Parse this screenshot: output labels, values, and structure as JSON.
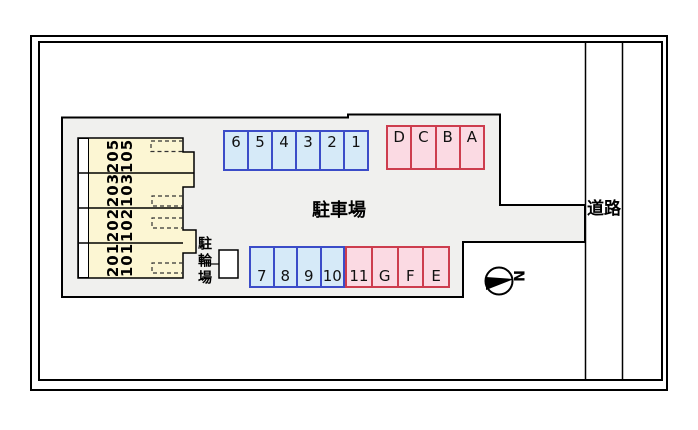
{
  "labels": {
    "parking_lot": "駐車場",
    "bicycle_parking": "駐輪場",
    "road": "道路",
    "north": "N"
  },
  "building": {
    "units": [
      {
        "upper": "205",
        "lower": "105"
      },
      {
        "upper": "203",
        "lower": "103"
      },
      {
        "upper": "202",
        "lower": "102"
      },
      {
        "upper": "201",
        "lower": "101"
      }
    ]
  },
  "parking": {
    "top_blue": [
      "6",
      "5",
      "4",
      "3",
      "2",
      "1"
    ],
    "top_pink": [
      "D",
      "C",
      "B",
      "A"
    ],
    "bottom_blue": [
      "7",
      "8",
      "9",
      "10"
    ],
    "bottom_pink": [
      "11",
      "G",
      "F",
      "E"
    ]
  },
  "colors": {
    "site_fill": "#f0f0ee",
    "building_fill": "#fcf6d3",
    "blue_stall_fill": "#d6eaf8",
    "blue_stall_border": "#3b4cc8",
    "pink_stall_fill": "#fbdae3",
    "pink_stall_border": "#cd3d4e",
    "outline": "#000000"
  }
}
